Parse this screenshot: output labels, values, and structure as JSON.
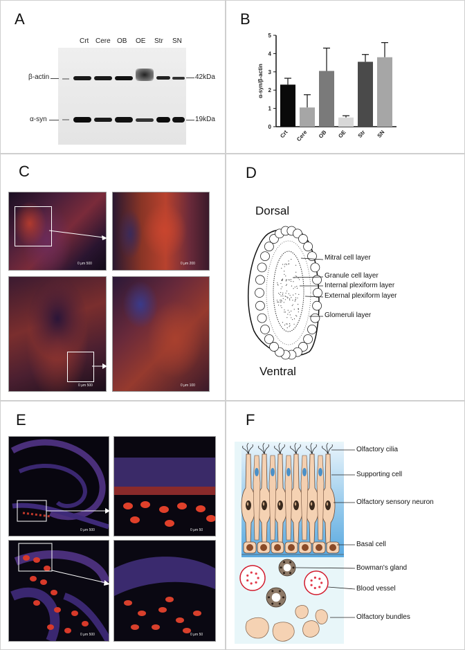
{
  "panels": {
    "a": "A",
    "b": "B",
    "c": "C",
    "d": "D",
    "e": "E",
    "f": "F"
  },
  "blot": {
    "lanes": [
      "Crt",
      "Cere",
      "OB",
      "OE",
      "Str",
      "SN"
    ],
    "left_labels": [
      "β-actin",
      "α-syn"
    ],
    "right_labels": [
      "42kDa",
      "19kDa"
    ]
  },
  "chart_data": {
    "type": "bar",
    "categories": [
      "Crt",
      "Cere",
      "OB",
      "OE",
      "Str",
      "SN"
    ],
    "values": [
      2.3,
      1.05,
      3.05,
      0.5,
      3.55,
      3.8
    ],
    "errors": [
      0.35,
      0.7,
      1.25,
      0.1,
      0.4,
      0.8
    ],
    "ylabel": "α-syn/β-actin",
    "ylim": [
      0,
      5
    ],
    "yticks": [
      0,
      1,
      2,
      3,
      4,
      5
    ],
    "colors": [
      "#0a0a0a",
      "#a6a6a6",
      "#7a7a7a",
      "#d8d8d8",
      "#4a4a4a",
      "#a6a6a6"
    ]
  },
  "micro_c": {
    "scale": [
      "0    μm   500",
      "0    μm   200",
      "0    μm   500",
      "0    μm   100"
    ]
  },
  "micro_e": {
    "scale": [
      "0    μm   500",
      "0    μm   50",
      "0    μm   500",
      "0    μm   50"
    ]
  },
  "ob_diagram": {
    "dorsal": "Dorsal",
    "ventral": "Ventral",
    "layers": [
      "Mitral cell layer",
      "Granule cell layer",
      "Internal plexiform layer",
      "External plexiform layer",
      "Glomeruli layer"
    ]
  },
  "oe_diagram": {
    "labels": [
      "Olfactory cilia",
      "Supporting cell",
      "Olfactory sensory neuron",
      "Basal cell",
      "Bowman's gland",
      "Blood vessel",
      "Olfactory bundles"
    ]
  }
}
